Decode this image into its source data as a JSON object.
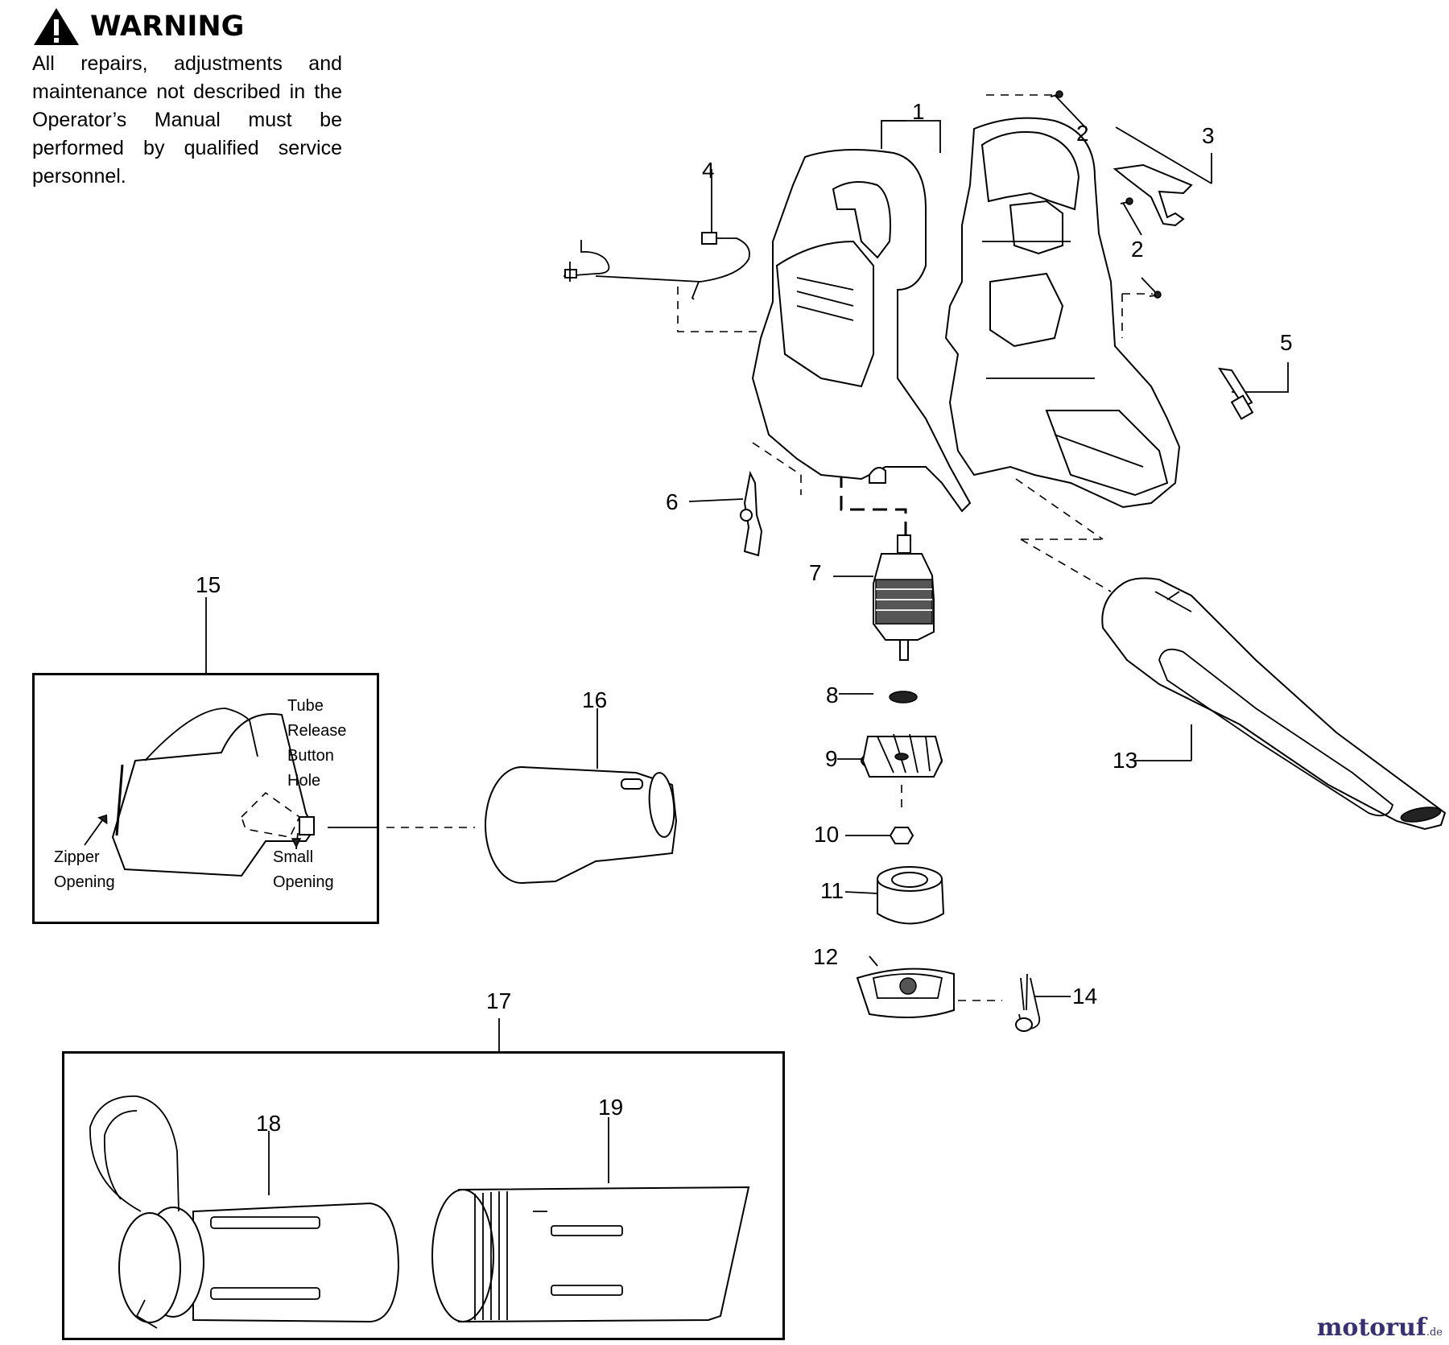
{
  "warning": {
    "title": "WARNING",
    "body": "All repairs, adjustments and maintenance not described in the Operator’s Manual must be performed by qualified service personnel."
  },
  "callouts": [
    "1",
    "2",
    "2",
    "3",
    "4",
    "5",
    "6",
    "7",
    "8",
    "9",
    "10",
    "11",
    "12",
    "13",
    "14",
    "15",
    "16",
    "17",
    "18",
    "19"
  ],
  "notes": {
    "tube_release": "Tube\nRelease\nButton\nHole",
    "zipper": "Zipper\nOpening",
    "small": "Small\nOpening"
  },
  "brand": {
    "name": "motoruf",
    "suffix": ".de"
  },
  "icons": {
    "warning": "warning-triangle-icon"
  }
}
